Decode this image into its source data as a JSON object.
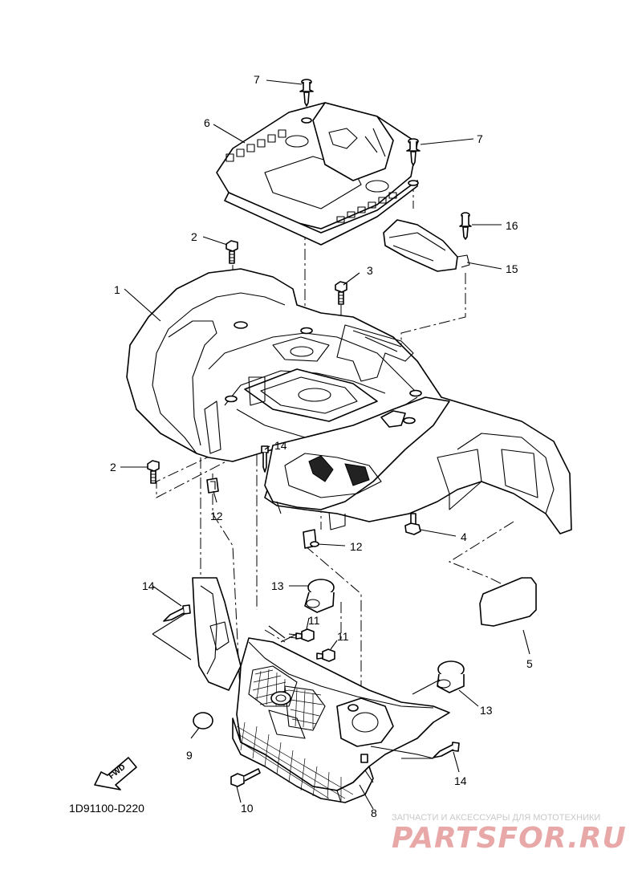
{
  "diagram": {
    "code": "1D91100-D220",
    "fwd_label": "FWD",
    "callouts": {
      "p1": "1",
      "p2a": "2",
      "p2b": "2",
      "p3": "3",
      "p4": "4",
      "p5": "5",
      "p6": "6",
      "p7a": "7",
      "p7b": "7",
      "p8": "8",
      "p9": "9",
      "p10": "10",
      "p11a": "11",
      "p11b": "11",
      "p12a": "12",
      "p12b": "12",
      "p13a": "13",
      "p13b": "13",
      "p14a": "14",
      "p14b": "14",
      "p14c": "14",
      "p15": "15",
      "p16": "16"
    }
  },
  "watermark": {
    "top_text": "ЗАПЧАСТИ И АКСЕССУАРЫ ДЛЯ МОТОТЕХНИКИ",
    "logo_text": "PARTSFOR.RU"
  }
}
